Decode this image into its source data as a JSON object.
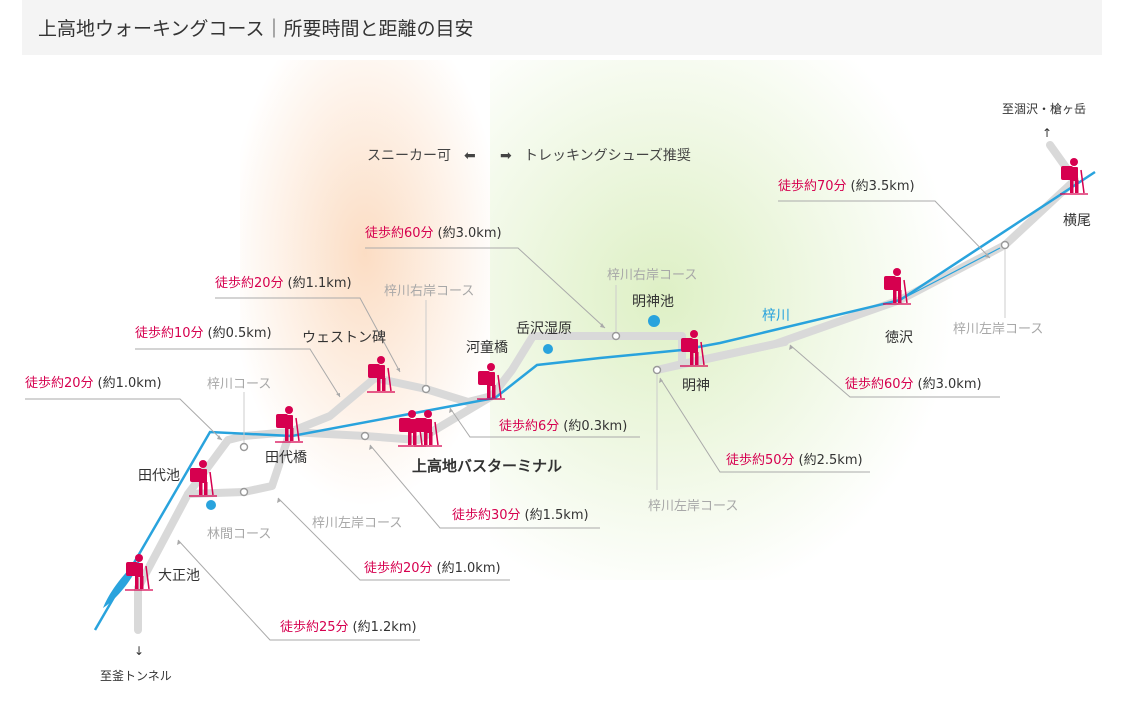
{
  "header": {
    "title": "上高地ウォーキングコース｜所要時間と距離の目安"
  },
  "shoes": {
    "left": "スニーカー可",
    "right": "トレッキングシューズ推奨"
  },
  "directions": {
    "top": "至涸沢・槍ヶ岳",
    "bottom": "至釜トンネル"
  },
  "places": {
    "taishoike": "大正池",
    "tashiroike": "田代池",
    "tashirobashi": "田代橋",
    "weston": "ウェストン碑",
    "kappabashi": "河童橋",
    "bus_terminal": "上高地バスターミナル",
    "takesawa": "岳沢湿原",
    "myojinike": "明神池",
    "myojin": "明神",
    "tokusawa": "徳沢",
    "yokoo": "横尾"
  },
  "river": "梓川",
  "courses": {
    "azusa_course": "梓川コース",
    "rinkan": "林間コース",
    "left_bank_1": "梓川左岸コース",
    "right_bank_1": "梓川右岸コース",
    "right_bank_2": "梓川右岸コース",
    "left_bank_2": "梓川左岸コース",
    "left_bank_3": "梓川左岸コース"
  },
  "times": [
    {
      "walk": "徒歩約20分",
      "dist": "(約1.0km)"
    },
    {
      "walk": "徒歩約10分",
      "dist": "(約0.5km)"
    },
    {
      "walk": "徒歩約20分",
      "dist": "(約1.1km)"
    },
    {
      "walk": "徒歩約60分",
      "dist": "(約3.0km)"
    },
    {
      "walk": "徒歩約6分",
      "dist": "(約0.3km)"
    },
    {
      "walk": "徒歩約30分",
      "dist": "(約1.5km)"
    },
    {
      "walk": "徒歩約20分",
      "dist": "(約1.0km)"
    },
    {
      "walk": "徒歩約25分",
      "dist": "(約1.2km)"
    },
    {
      "walk": "徒歩約50分",
      "dist": "(約2.5km)"
    },
    {
      "walk": "徒歩約60分",
      "dist": "(約3.0km)"
    },
    {
      "walk": "徒歩約70分",
      "dist": "(約3.5km)"
    }
  ],
  "colors": {
    "path": "#d9d9d9",
    "river": "#29a3dd",
    "accent": "#d6004f",
    "sneaker_zone": "#fbd9bd",
    "trekking_zone": "#e0f0c6"
  }
}
